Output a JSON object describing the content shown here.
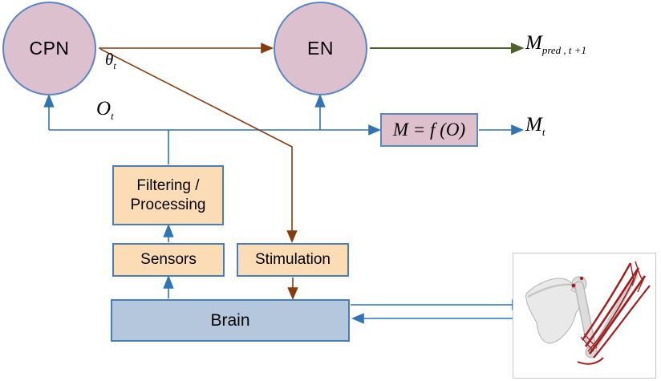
{
  "diagram": {
    "cpn": {
      "label": "CPN"
    },
    "en": {
      "label": "EN"
    },
    "equation": {
      "label": "M = f (O)"
    },
    "filtering": {
      "line1": "Filtering /",
      "line2": "Processing"
    },
    "sensors": {
      "label": "Sensors"
    },
    "stimulation": {
      "label": "Stimulation"
    },
    "brain": {
      "label": "Brain"
    },
    "theta_label": {
      "base": "θ",
      "sub": "t"
    },
    "obs_label": {
      "base": "O",
      "sub": "t"
    },
    "m_pred_label": {
      "base": "M",
      "sub": "pred , t +1"
    },
    "m_t_label": {
      "base": "M",
      "sub": "t"
    },
    "arm_image_name": "musculoskeletal-arm-model",
    "colors": {
      "node_fill": "#dcc0cd",
      "node_border": "#5b86c5",
      "process_fill": "#fcdcb4",
      "process_border": "#4a7ebb",
      "brain_fill": "#b4c7dd",
      "arrow_blue": "#2e74b6",
      "arrow_brown": "#843c0c",
      "arrow_green": "#4d6227",
      "muscle_red": "#a31d1d",
      "bone_gray": "#d8d8d8"
    }
  }
}
